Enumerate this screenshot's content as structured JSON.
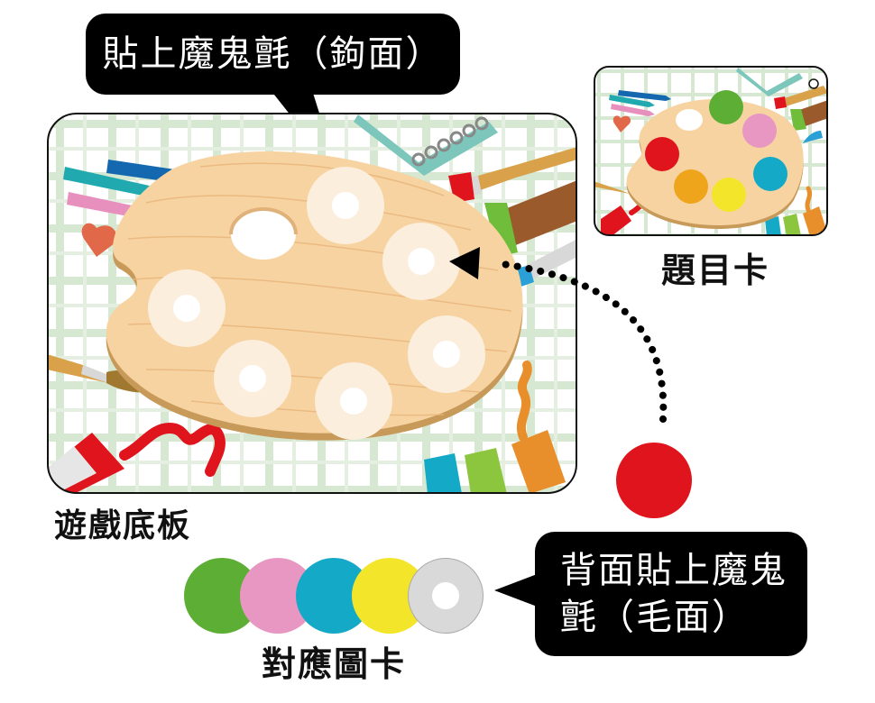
{
  "callouts": {
    "top": {
      "text": "貼上魔鬼氈（鉤面）"
    },
    "bottom": {
      "line1": "背面貼上魔鬼",
      "line2": "氈（毛面）"
    }
  },
  "labels": {
    "game_board": "遊戲底板",
    "question_card": "題目卡",
    "matching_cards": "對應圖卡"
  },
  "colors": {
    "red": "#e0141c",
    "orange": "#eea51c",
    "yellow": "#f3e52a",
    "green": "#5cae34",
    "pink": "#e797c1",
    "blue": "#14a9c6",
    "gray": "#d9d9d9",
    "wood": "#f7d3a2",
    "grid": "#d6e8d2"
  },
  "matching_cards": [
    {
      "color": "green"
    },
    {
      "color": "pink"
    },
    {
      "color": "blue"
    },
    {
      "color": "yellow"
    },
    {
      "color": "gray-velcro"
    }
  ],
  "question_card_dots": [
    "green",
    "pink",
    "red",
    "blue",
    "orange",
    "yellow"
  ],
  "loose_card": {
    "color": "red"
  }
}
